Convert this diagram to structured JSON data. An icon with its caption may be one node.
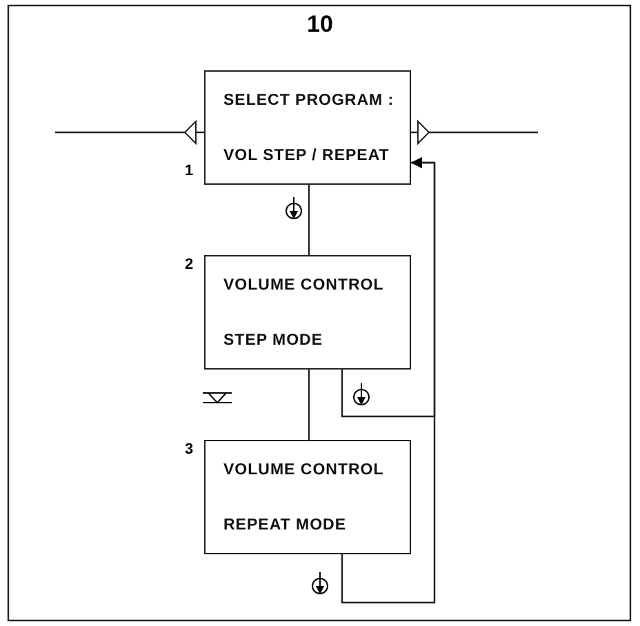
{
  "diagram": {
    "title": "10",
    "nodes": [
      {
        "text": [
          "SELECT PROGRAM :",
          "VOL STEP / REPEAT"
        ],
        "beside": [
          "1"
        ]
      },
      {
        "text": [
          "VOLUME CONTROL",
          "STEP MODE"
        ],
        "beside": [
          "2"
        ]
      },
      {
        "text": [
          "VOLUME CONTROL",
          "REPEAT MODE"
        ],
        "beside": [
          "3"
        ]
      }
    ],
    "edges": [
      {
        "from": 0,
        "to": 1,
        "arrow": "none"
      },
      {
        "from": 1,
        "to": 2,
        "arrow": "none"
      },
      {
        "from": 1,
        "to": 0,
        "arrow": "to"
      },
      {
        "from": 2,
        "to": 0,
        "arrow": "to"
      },
      {
        "from": null,
        "to": 0,
        "arrow": "none"
      },
      {
        "from": 0,
        "to": null,
        "arrow": "none"
      }
    ]
  }
}
